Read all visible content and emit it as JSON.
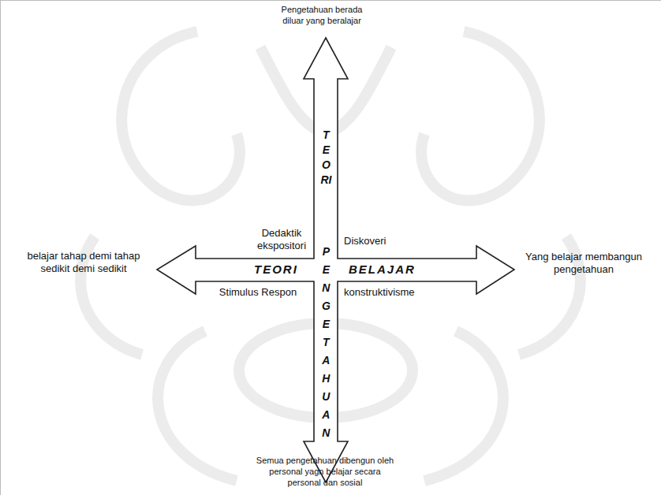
{
  "diagram": {
    "labels": [
      "Pengetahuan berada diluar yang beralajar",
      "TEORI",
      "Dedaktik ekspositori",
      "Diskoveri",
      "belajar tahap demi tahap sedikit demi sedikit",
      "TEORI",
      "BELAJAR",
      "Yang belajar membangun pengetahuan",
      "PENGETAHUAN",
      "Stimulus Respon",
      "konstruktivisme",
      "Semua pengetahuan dibengun oleh personal yagn belajar secara personal dan sosial"
    ]
  }
}
